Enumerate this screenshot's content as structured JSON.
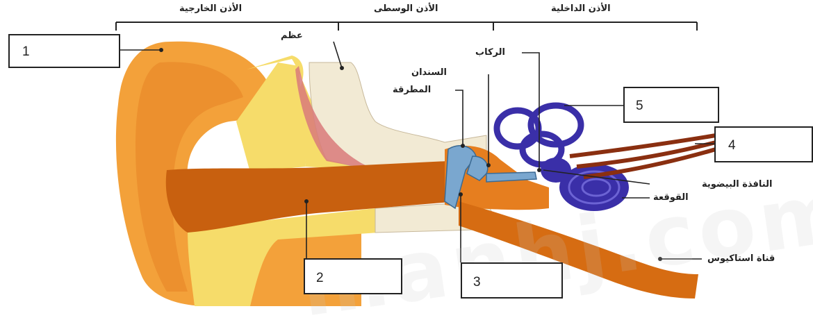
{
  "header": {
    "outer_ear": "الأذن الخارجية",
    "middle_ear": "الأذن الوسطى",
    "inner_ear": "الأذن الداخلية"
  },
  "labels": {
    "bone": "عظم",
    "stapes": "الركاب",
    "incus": "السندان",
    "malleus": "المطرقة",
    "oval_window": "النافذة البيضوية",
    "cochlea": "القوقعة",
    "eustachian_tube": "قناة استاكيوس"
  },
  "answer_boxes": [
    "1",
    "2",
    "3",
    "4",
    "5"
  ],
  "watermark": "manhj.com",
  "colors": {
    "ear_orange": "#f3a13a",
    "canal_dark": "#c8600f",
    "fat_yellow": "#f6dc6a",
    "bone_cream": "#f2ead4",
    "cochlea_blue": "#3a2fa8",
    "ossicle_blue": "#7aa7cf",
    "muscle_red": "#d97a7a",
    "nerve_brown": "#8a2f10"
  }
}
